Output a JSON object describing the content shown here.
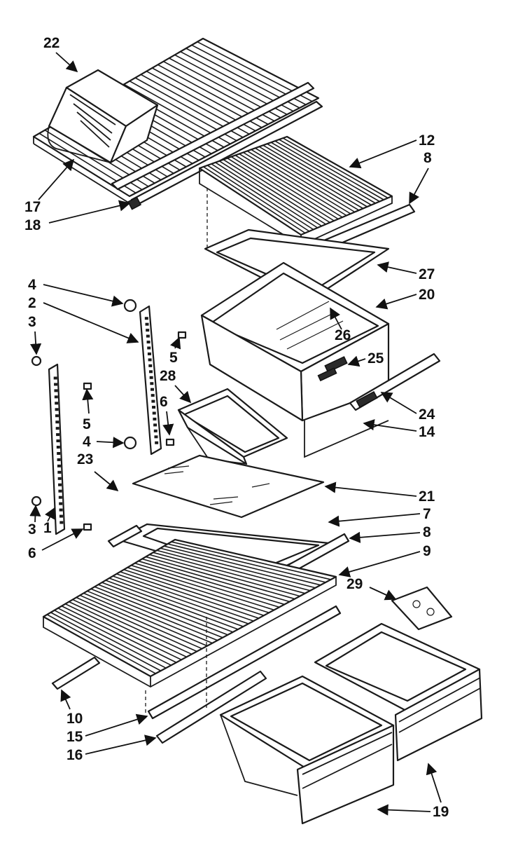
{
  "callouts": [
    {
      "id": "c22a",
      "text": "22"
    },
    {
      "id": "c17",
      "text": "17"
    },
    {
      "id": "c18",
      "text": "18"
    },
    {
      "id": "c12",
      "text": "12"
    },
    {
      "id": "c8a",
      "text": "8"
    },
    {
      "id": "c27",
      "text": "27"
    },
    {
      "id": "c20",
      "text": "20"
    },
    {
      "id": "c26",
      "text": "26"
    },
    {
      "id": "c25",
      "text": "25"
    },
    {
      "id": "c24",
      "text": "24"
    },
    {
      "id": "c14",
      "text": "14"
    },
    {
      "id": "c4a",
      "text": "4"
    },
    {
      "id": "c2",
      "text": "2"
    },
    {
      "id": "c3a",
      "text": "3"
    },
    {
      "id": "c5a",
      "text": "5"
    },
    {
      "id": "c28",
      "text": "28"
    },
    {
      "id": "c5b",
      "text": "5"
    },
    {
      "id": "c6a",
      "text": "6"
    },
    {
      "id": "c4b",
      "text": "4"
    },
    {
      "id": "c23",
      "text": "23"
    },
    {
      "id": "c21",
      "text": "21"
    },
    {
      "id": "c7",
      "text": "7"
    },
    {
      "id": "c3b",
      "text": "3"
    },
    {
      "id": "c1",
      "text": "1"
    },
    {
      "id": "c8b",
      "text": "8"
    },
    {
      "id": "c6b",
      "text": "6"
    },
    {
      "id": "c9",
      "text": "9"
    },
    {
      "id": "c29",
      "text": "29"
    },
    {
      "id": "c10",
      "text": "10"
    },
    {
      "id": "c15",
      "text": "15"
    },
    {
      "id": "c16",
      "text": "16"
    },
    {
      "id": "c19",
      "text": "19"
    }
  ]
}
